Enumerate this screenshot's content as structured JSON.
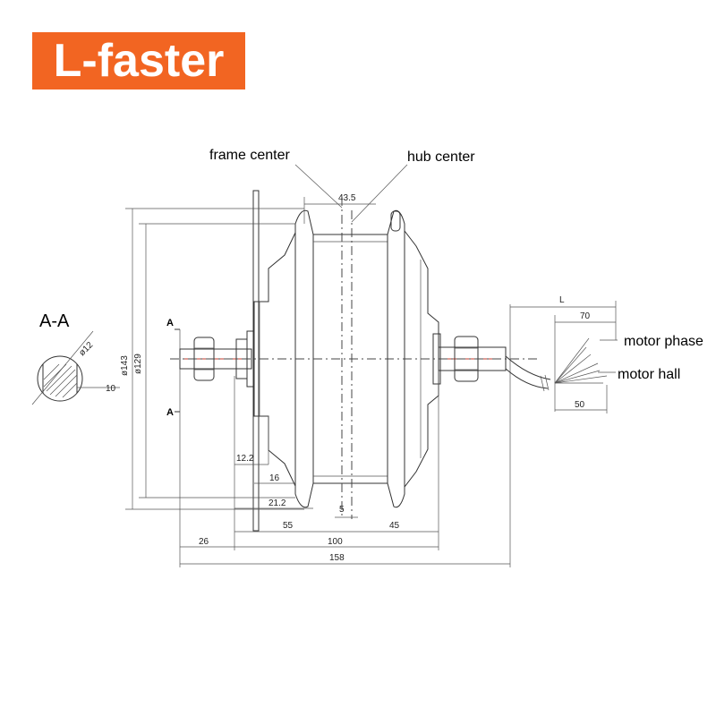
{
  "brand": {
    "logo_text": "L-faster",
    "color": "#f26522"
  },
  "labels": {
    "frame_center": "frame center",
    "hub_center": "hub center",
    "motor_phase": "motor phase",
    "motor_hall": "motor hall",
    "section_title": "A-A",
    "section_mark_top": "A",
    "section_mark_bottom": "A"
  },
  "dimensions": {
    "axle_dia": "ø12",
    "flat_width": "10",
    "flange_dia": "ø143",
    "body_dia": "ø129",
    "center_offset": "43.5",
    "d_12_2": "12.2",
    "d_16": "16",
    "d_21_2": "21.2",
    "d_5": "5",
    "d_55": "55",
    "d_45": "45",
    "d_26": "26",
    "d_100": "100",
    "d_158": "158",
    "cable_L": "L",
    "cable_70": "70",
    "cable_50": "50"
  }
}
